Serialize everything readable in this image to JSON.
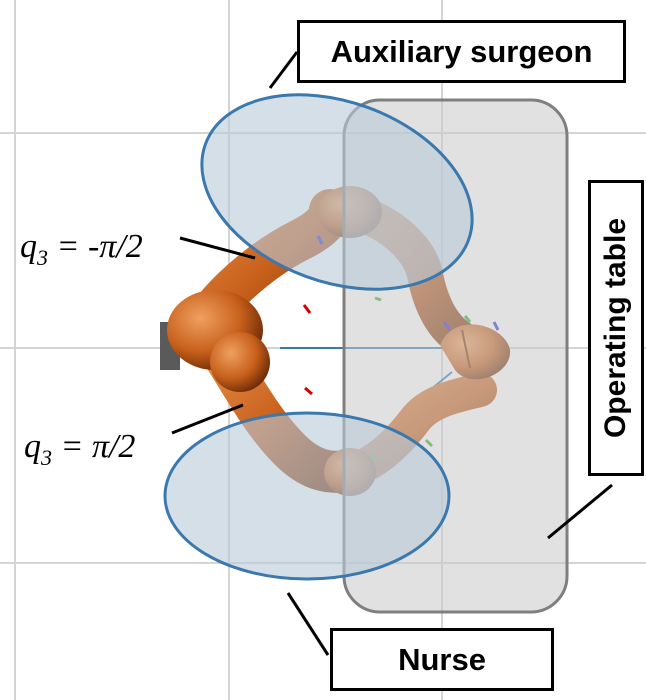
{
  "labels": {
    "auxiliary_surgeon": "Auxiliary surgeon",
    "operating_table": "Operating table",
    "nurse": "Nurse"
  },
  "joint_labels": {
    "upper": {
      "symbol": "q",
      "subscript": "3",
      "value": " = -π/2"
    },
    "lower": {
      "symbol": "q",
      "subscript": "3",
      "value": " = π/2"
    }
  },
  "colors": {
    "robot_orange": "#c8601c",
    "zone_fill": "#b9cad9",
    "zone_stroke": "#3a78ad",
    "table_fill": "#dcdcdc",
    "table_stroke": "#7f7f7f",
    "grid": "#d4d4d4"
  }
}
